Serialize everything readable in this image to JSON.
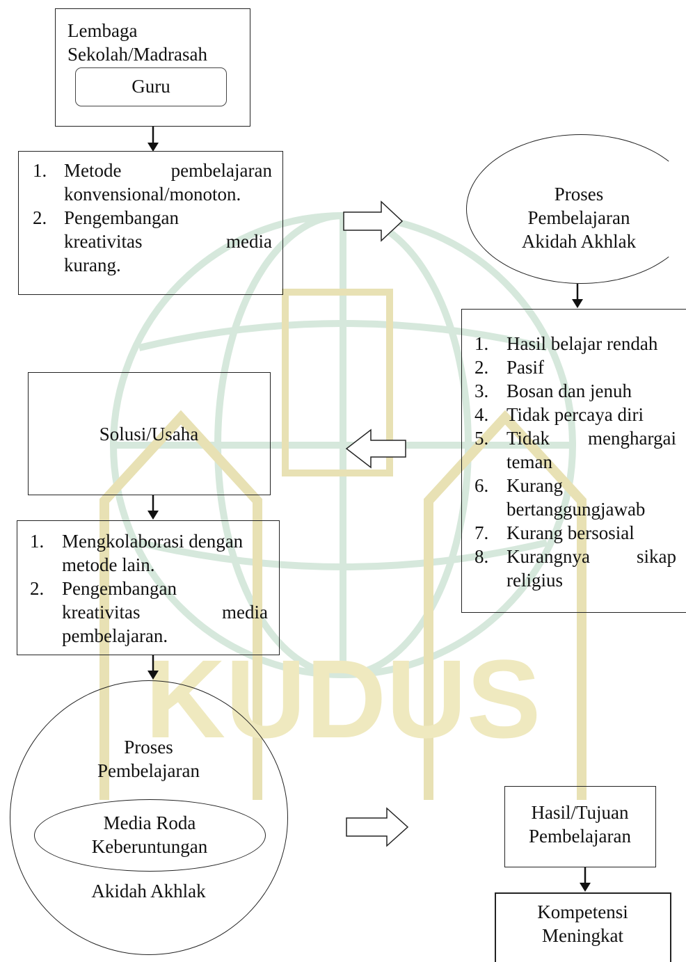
{
  "box_institution": {
    "line1": "Lembaga",
    "line2": "Sekolah/Madrasah",
    "inner": "Guru"
  },
  "problems": {
    "items": [
      {
        "num": "1.",
        "lines": [
          "Metode pembelajaran",
          "konvensional/monoton."
        ]
      },
      {
        "num": "2.",
        "lines": [
          "Pengembangan",
          "kreativitas media",
          "kurang."
        ]
      }
    ]
  },
  "process_top": {
    "lines": [
      "Proses",
      "Pembelajaran",
      "Akidah Akhlak"
    ]
  },
  "effects": {
    "items": [
      {
        "num": "1.",
        "lines": [
          "Hasil belajar rendah"
        ]
      },
      {
        "num": "2.",
        "lines": [
          "Pasif"
        ]
      },
      {
        "num": "3.",
        "lines": [
          "Bosan dan jenuh"
        ]
      },
      {
        "num": "4.",
        "lines": [
          "Tidak percaya diri"
        ]
      },
      {
        "num": "5.",
        "lines": [
          "Tidak menghargai",
          "teman"
        ]
      },
      {
        "num": "6.",
        "lines": [
          "Kurang",
          "bertanggungjawab"
        ]
      },
      {
        "num": "7.",
        "lines": [
          "Kurang bersosial"
        ]
      },
      {
        "num": "8.",
        "lines": [
          "Kurangnya sikap",
          "religius"
        ]
      }
    ]
  },
  "solution": {
    "label": "Solusi/Usaha"
  },
  "solutions": {
    "items": [
      {
        "num": "1.",
        "lines": [
          "Mengkolaborasi dengan",
          "metode lain."
        ]
      },
      {
        "num": "2.",
        "lines": [
          "Pengembangan",
          "kreativitas media",
          "pembelajaran."
        ]
      }
    ]
  },
  "process_bottom": {
    "top1": "Proses",
    "top2": "Pembelajaran",
    "inner1": "Media Roda",
    "inner2": "Keberuntungan",
    "bottom": "Akidah Akhlak"
  },
  "result": {
    "line1": "Hasil/Tujuan",
    "line2": "Pembelajaran"
  },
  "competence": {
    "line1": "Kompetensi",
    "line2": "Meningkat"
  },
  "watermark": {
    "text": "KUDUS",
    "color": "#e6dfa8",
    "green": "#cfe3d6"
  }
}
